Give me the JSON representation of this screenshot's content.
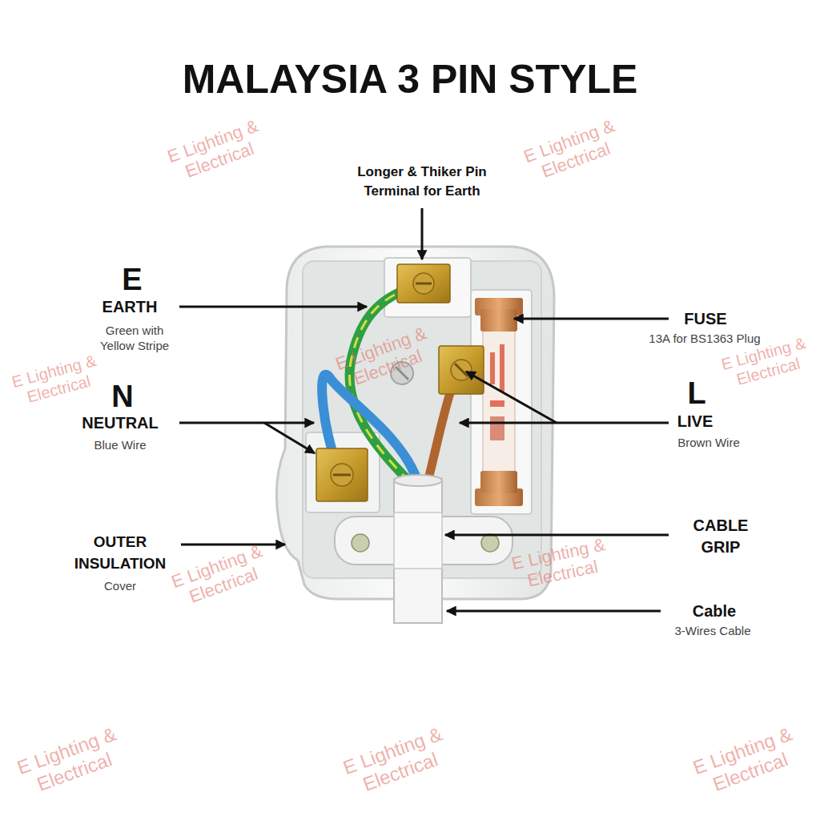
{
  "diagram": {
    "title": "MALAYSIA 3 PIN STYLE",
    "labels": [
      "Longer & Thiker Pin Terminal for Earth",
      "E",
      "EARTH",
      "Green with Yellow Stripe",
      "N",
      "NEUTRAL",
      "Blue Wire",
      "OUTER INSULATION",
      "Cover",
      "FUSE",
      "13A for BS1363 Plug",
      "L",
      "LIVE",
      "Brown Wire",
      "CABLE GRIP",
      "Cable",
      "3-Wires Cable",
      "E Lighting & Electrical",
      "E Lighting & Electrical",
      "E Lighting & Electrical",
      "E Lighting & Electrical",
      "E Lighting & Electrical",
      "E Lighting & Electrical",
      "E Lighting & Electrical",
      "E Lighting & Electrical",
      "E Lighting & Electrical",
      "E Lighting & Electrical"
    ]
  }
}
